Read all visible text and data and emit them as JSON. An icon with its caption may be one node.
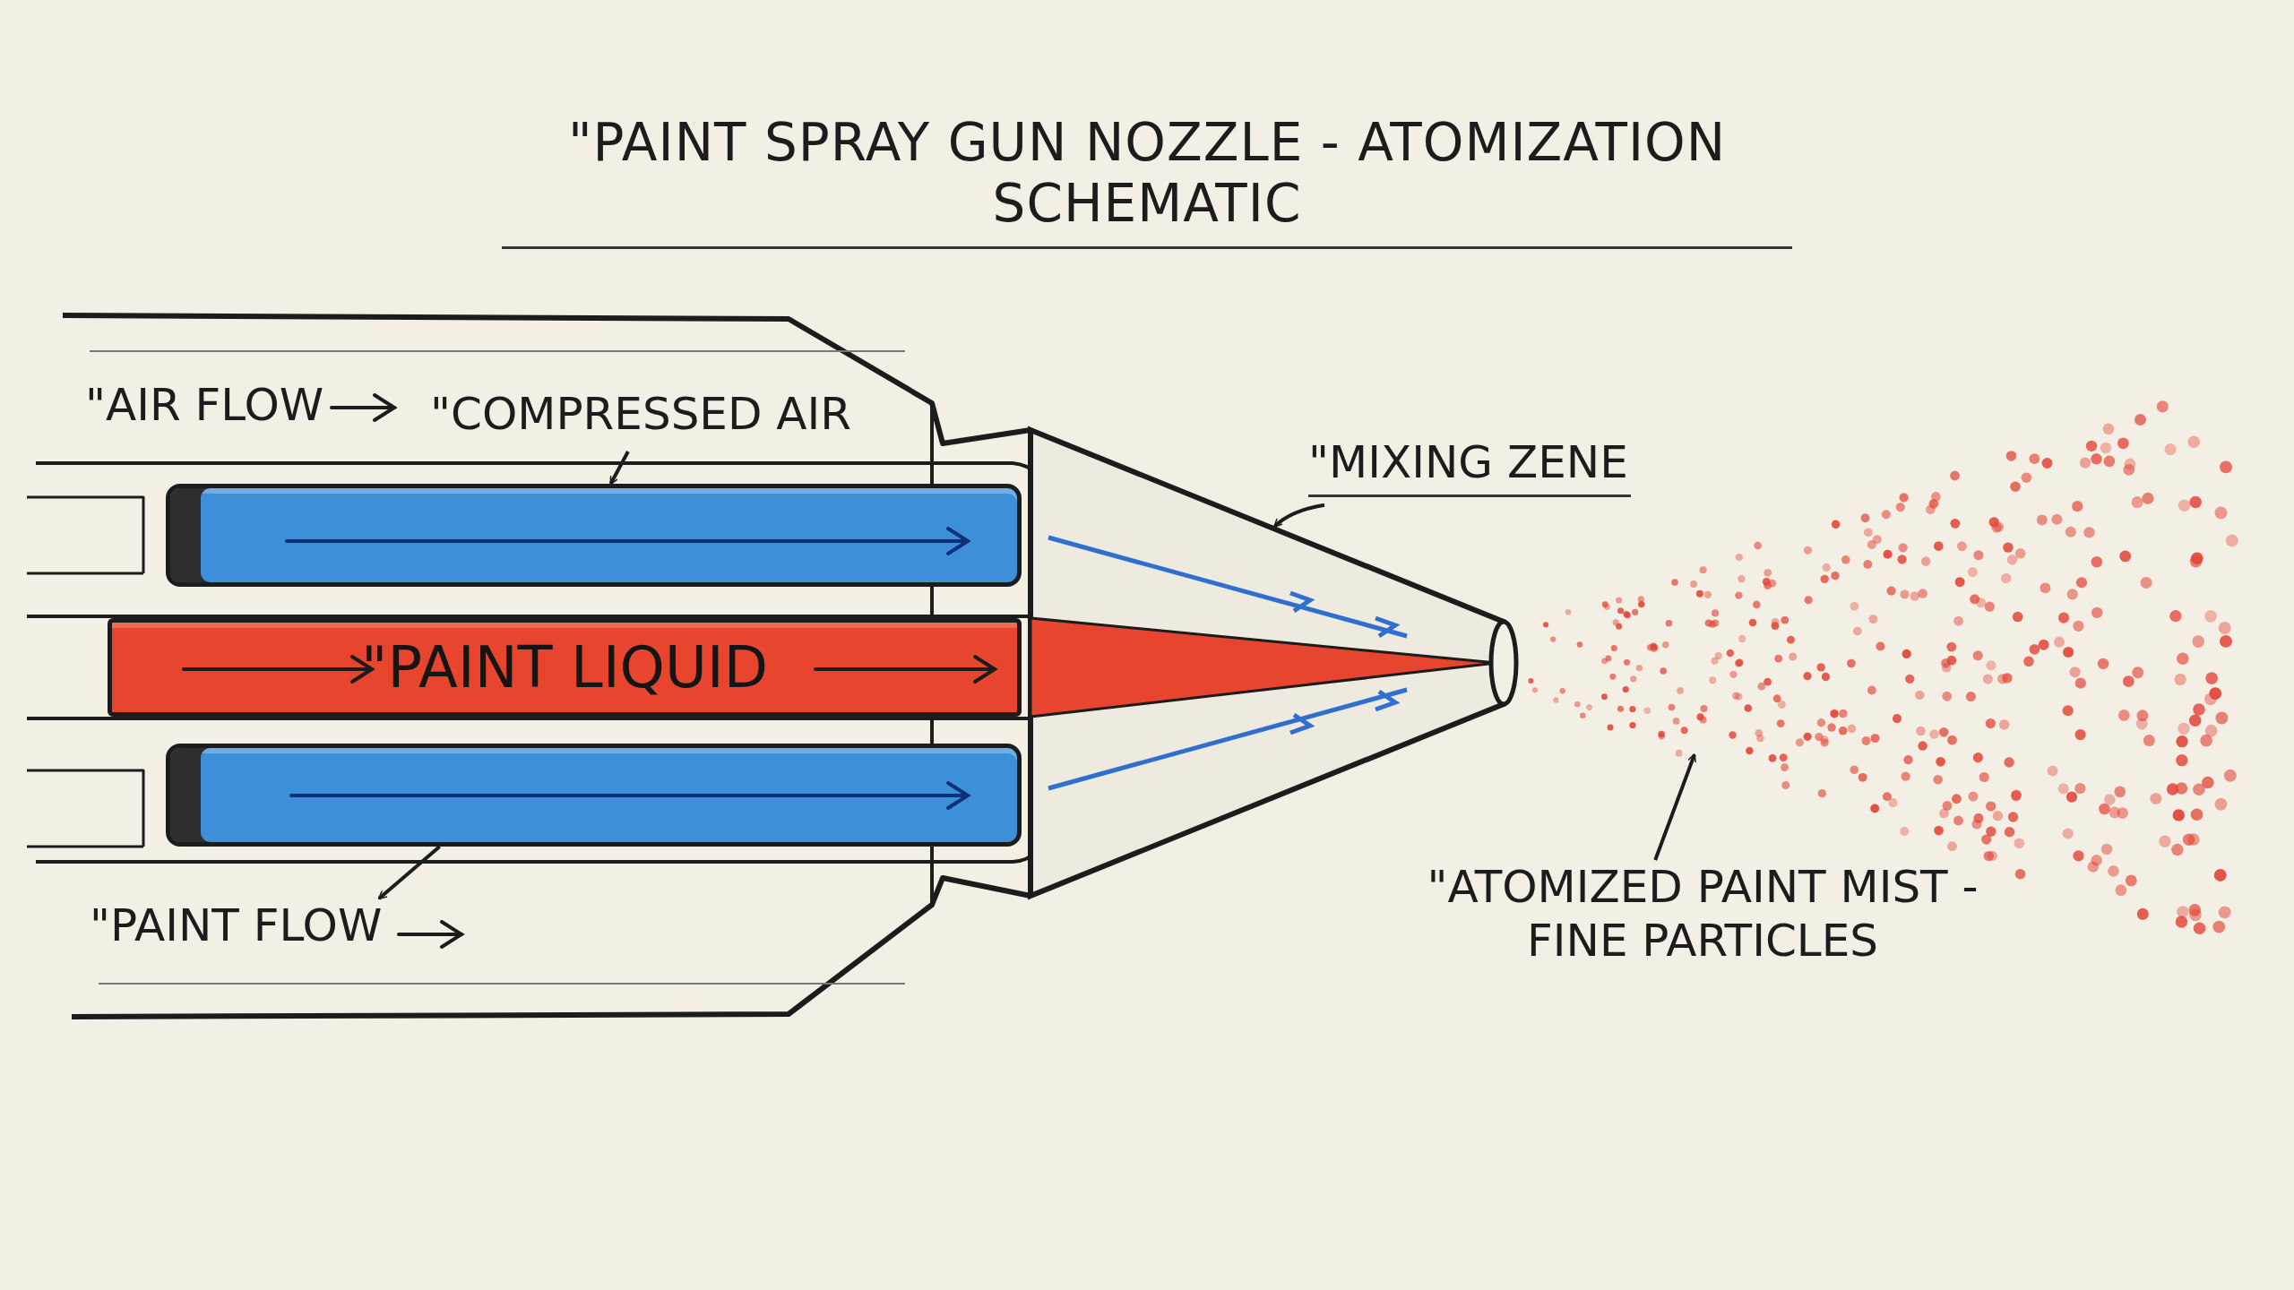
{
  "diagram": {
    "title": "\"PAINT SPRAY GUN NOZZLE - ATOMIZATION SCHEMATIC",
    "nodes": [
      {
        "text": [
          "\"COMPRESSED AIR"
        ]
      },
      {
        "text": [],
        "shape": "bar"
      },
      {
        "text": [
          "\"PAINT LIQUID"
        ]
      },
      {
        "text": [],
        "shape": "bar"
      },
      {
        "text": [
          "\"PAINT FLOW"
        ]
      },
      {
        "text": [
          "\"MIXING ZENE"
        ]
      },
      {
        "text": [],
        "shape": "cone"
      },
      {
        "text": [],
        "shape": "cloud"
      },
      {
        "text": [
          "\"ATOMIZED PAINT MIST - FINE PARTICLES"
        ]
      }
    ],
    "edges": [
      {
        "from": 0,
        "to": 1,
        "arrow": "to"
      },
      {
        "from": 3,
        "to": 4,
        "arrow": "to"
      },
      {
        "from": 5,
        "to": 6,
        "arrow": "to"
      },
      {
        "from": 8,
        "to": 7,
        "arrow": "to"
      }
    ],
    "labels": [
      "\"AIR FLOW"
    ]
  }
}
